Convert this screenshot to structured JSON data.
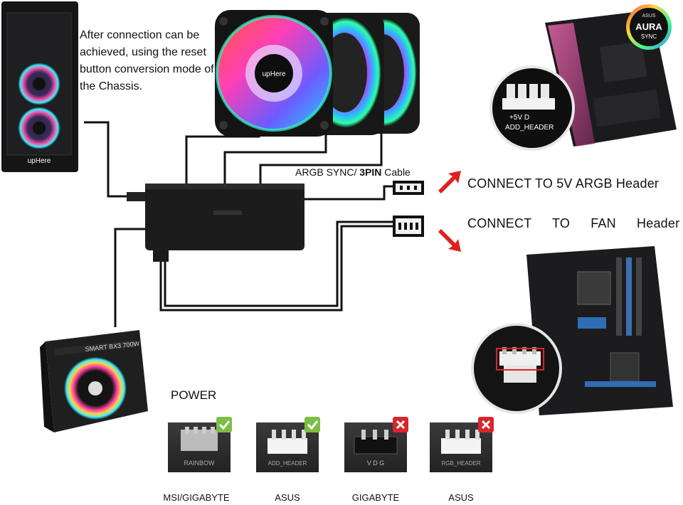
{
  "case_note": "After connection can be achieved, using the reset button conversion mode of the Chassis.",
  "case_brand": "upHere",
  "fan_brand": "upHere",
  "sync_cable": {
    "prefix": "ARGB SYNC/ ",
    "bold": "3PIN",
    "suffix": " Cable"
  },
  "connect_argb": "CONNECT TO 5V ARGB Header",
  "connect_fan": "CONNECT TO FAN Header",
  "aura": {
    "top": "ASUS",
    "middle": "AURA",
    "bottom": "SYNC"
  },
  "header_labels": {
    "line1": "+5V  D",
    "line2": "ADD_HEADER"
  },
  "power_label": "POWER",
  "psu_brand": "SMART BX3 700W",
  "compat": [
    {
      "label": "MSI/GIGABYTE",
      "status": "ok",
      "print": "RAINBOW"
    },
    {
      "label": "ASUS",
      "status": "ok",
      "print": "ADD_HEADER"
    },
    {
      "label": "GIGABYTE",
      "status": "no",
      "print": "V D G"
    },
    {
      "label": "ASUS",
      "status": "no",
      "print": "RGB_HEADER"
    }
  ],
  "colors": {
    "ok": "#7bc043",
    "no": "#d9262b",
    "arrow": "#e02020",
    "hub": "#1c1c1c"
  }
}
